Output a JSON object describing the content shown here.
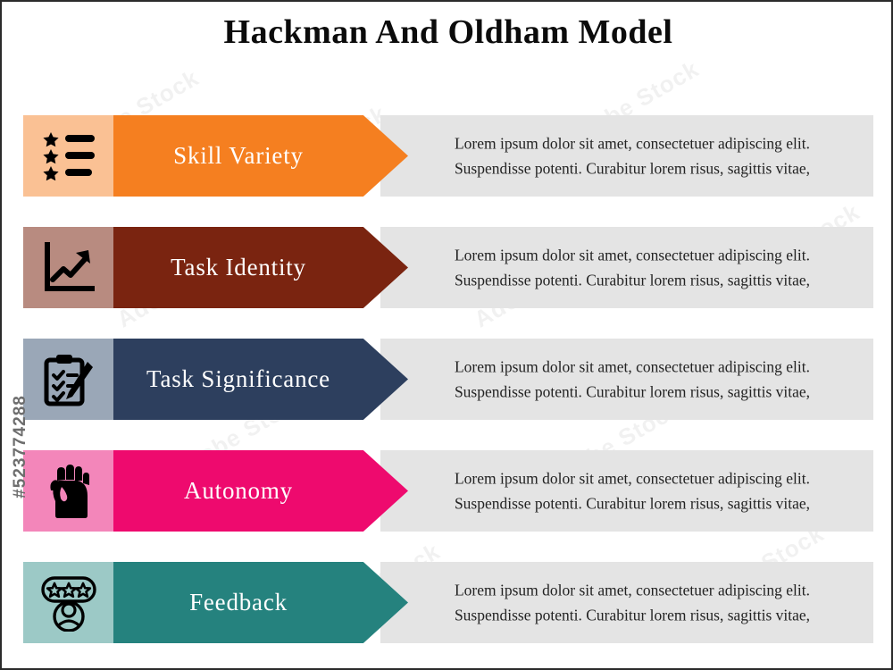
{
  "page": {
    "title": "Hackman And Oldham Model",
    "background_color": "#ffffff",
    "border_color": "#2b2b2b",
    "panel_color": "#e4e4e4"
  },
  "watermark": {
    "stock_text": "Adobe Stock",
    "asset_id": "#523774288"
  },
  "rows": [
    {
      "label": "Skill Variety",
      "icon": "star-list-icon",
      "arrow_color": "#F57F20",
      "icon_box_color": "#FAC194",
      "description": "Lorem ipsum dolor sit amet, consectetuer adipiscing elit. Suspendisse potenti. Curabitur lorem risus, sagittis vitae,"
    },
    {
      "label": "Task Identity",
      "icon": "growth-chart-icon",
      "arrow_color": "#7A2410",
      "icon_box_color": "#B88B80",
      "description": "Lorem ipsum dolor sit amet, consectetuer adipiscing elit. Suspendisse potenti. Curabitur lorem risus, sagittis vitae,"
    },
    {
      "label": "Task Significance",
      "icon": "clipboard-checklist-pen-icon",
      "arrow_color": "#2D3F5E",
      "icon_box_color": "#9AA7B7",
      "description": "Lorem ipsum dolor sit amet, consectetuer adipiscing elit. Suspendisse potenti. Curabitur lorem risus, sagittis vitae,"
    },
    {
      "label": "Autonomy",
      "icon": "raised-fist-icon",
      "arrow_color": "#EE0A6E",
      "icon_box_color": "#F386BA",
      "description": "Lorem ipsum dolor sit amet, consectetuer adipiscing elit. Suspendisse potenti. Curabitur lorem risus, sagittis vitae,"
    },
    {
      "label": "Feedback",
      "icon": "person-star-rating-icon",
      "arrow_color": "#25827E",
      "icon_box_color": "#9CC9C6",
      "description": "Lorem ipsum dolor sit amet, consectetuer adipiscing elit. Suspendisse potenti. Curabitur lorem risus, sagittis vitae,"
    }
  ]
}
